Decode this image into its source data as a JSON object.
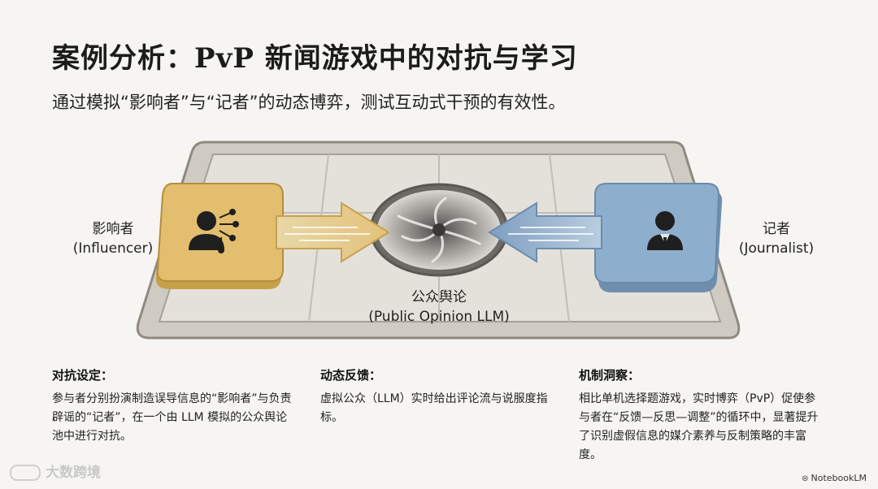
{
  "title": "案例分析：PvP 新闻游戏中的对抗与学习",
  "subtitle": "通过模拟“影响者”与“记者”的动态博弈，测试互动式干预的有效性。",
  "diagram": {
    "left_actor": {
      "name": "影响者",
      "sub": "(Influencer)",
      "icon": "person-network-icon",
      "color": "#e2be6e"
    },
    "right_actor": {
      "name": "记者",
      "sub": "(Journalist)",
      "icon": "person-suit-icon",
      "color": "#8eaecd"
    },
    "center": {
      "name": "公众舆论",
      "sub": "(Public Opinion LLM)",
      "icon": "vortex-icon"
    },
    "board_color": "#dcd9d2"
  },
  "panels": [
    {
      "heading": "对抗设定：",
      "body": "参与者分别扮演制造误导信息的“影响者”与负责辟谣的“记者”，在一个由 LLM 模拟的公众舆论池中进行对抗。"
    },
    {
      "heading": "动态反馈：",
      "body": "虚拟公众（LLM）实时给出评论流与说服度指标。"
    },
    {
      "heading": "机制洞察：",
      "body": "相比单机选择题游戏，实时博弈（PvP）促使参与者在“反馈—反思—调整”的循环中，显著提升了识别虚假信息的媒介素养与反制策略的丰富度。"
    }
  ],
  "watermark": "大数跨境",
  "brand": "NotebookLM"
}
